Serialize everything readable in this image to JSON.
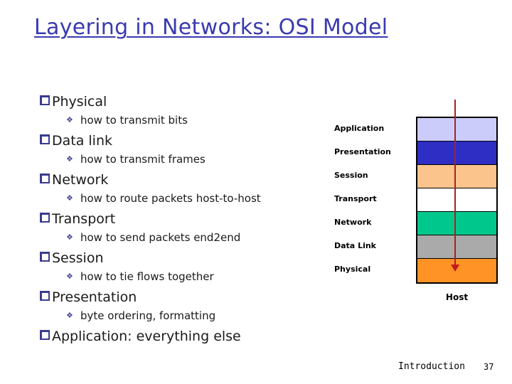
{
  "slide": {
    "title": "Layering in Networks: OSI Model",
    "title_color": "#3a3ab0"
  },
  "bullets": [
    {
      "marker": "square-bullet",
      "text": "Physical"
    },
    {
      "marker": "diamond-bullet",
      "text": "how to transmit bits"
    },
    {
      "marker": "square-bullet",
      "text": "Data link"
    },
    {
      "marker": "diamond-bullet",
      "text": "how to transmit frames"
    },
    {
      "marker": "square-bullet",
      "text": "Network"
    },
    {
      "marker": "diamond-bullet",
      "text": "how to route packets host-to-host"
    },
    {
      "marker": "square-bullet",
      "text": "Transport"
    },
    {
      "marker": "diamond-bullet",
      "text": "how to send packets end2end"
    },
    {
      "marker": "square-bullet",
      "text": "Session"
    },
    {
      "marker": "diamond-bullet",
      "text": "how to tie flows together"
    },
    {
      "marker": "square-bullet",
      "text": "Presentation"
    },
    {
      "marker": "diamond-bullet",
      "text": "byte ordering, formatting"
    },
    {
      "marker": "square-bullet",
      "text": "Application: everything else"
    }
  ],
  "diagram": {
    "host_label": "Host",
    "arrow_color": "#a82222",
    "layers": [
      {
        "label": "Application",
        "color": "#ccccfa"
      },
      {
        "label": "Presentation",
        "color": "#2e2ec4"
      },
      {
        "label": "Session",
        "color": "#fac48c"
      },
      {
        "label": "Transport",
        "color": "#ffffff"
      },
      {
        "label": "Network",
        "color": "#00c88c"
      },
      {
        "label": "Data Link",
        "color": "#aaaaaa"
      },
      {
        "label": "Physical",
        "color": "#ff9326"
      }
    ]
  },
  "footer": {
    "section": "Introduction",
    "page": "37"
  }
}
